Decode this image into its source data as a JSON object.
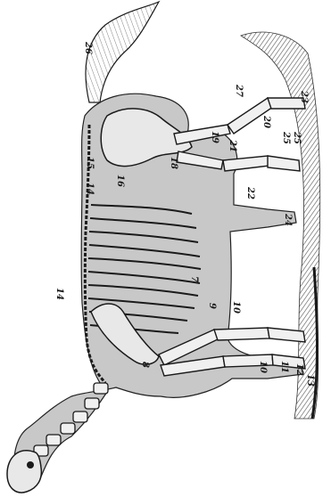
{
  "figure": {
    "subject": "horse-skeleton-engraving",
    "orientation": "rotated-90-clockwise",
    "ink_color": "#1a1a1a",
    "shade_color": "#8a8a8a",
    "paper_color": "#ffffff"
  },
  "labels": [
    {
      "id": "l26",
      "text": "26"
    },
    {
      "id": "l27",
      "text": "27"
    },
    {
      "id": "l19",
      "text": "19"
    },
    {
      "id": "l20",
      "text": "20"
    },
    {
      "id": "l23",
      "text": "23"
    },
    {
      "id": "l25",
      "text": "25"
    },
    {
      "id": "l25b",
      "text": "25"
    },
    {
      "id": "l21",
      "text": "21"
    },
    {
      "id": "l18",
      "text": "18"
    },
    {
      "id": "l15",
      "text": "15"
    },
    {
      "id": "l16",
      "text": "16"
    },
    {
      "id": "l14a",
      "text": "14"
    },
    {
      "id": "l14b",
      "text": "14"
    },
    {
      "id": "l22",
      "text": "22"
    },
    {
      "id": "l24",
      "text": "24"
    },
    {
      "id": "l7",
      "text": "7"
    },
    {
      "id": "l9",
      "text": "9"
    },
    {
      "id": "l10a",
      "text": "10"
    },
    {
      "id": "l10b",
      "text": "10"
    },
    {
      "id": "l11",
      "text": "11"
    },
    {
      "id": "l12",
      "text": "12"
    },
    {
      "id": "l13",
      "text": "13"
    },
    {
      "id": "l8",
      "text": "8"
    }
  ]
}
